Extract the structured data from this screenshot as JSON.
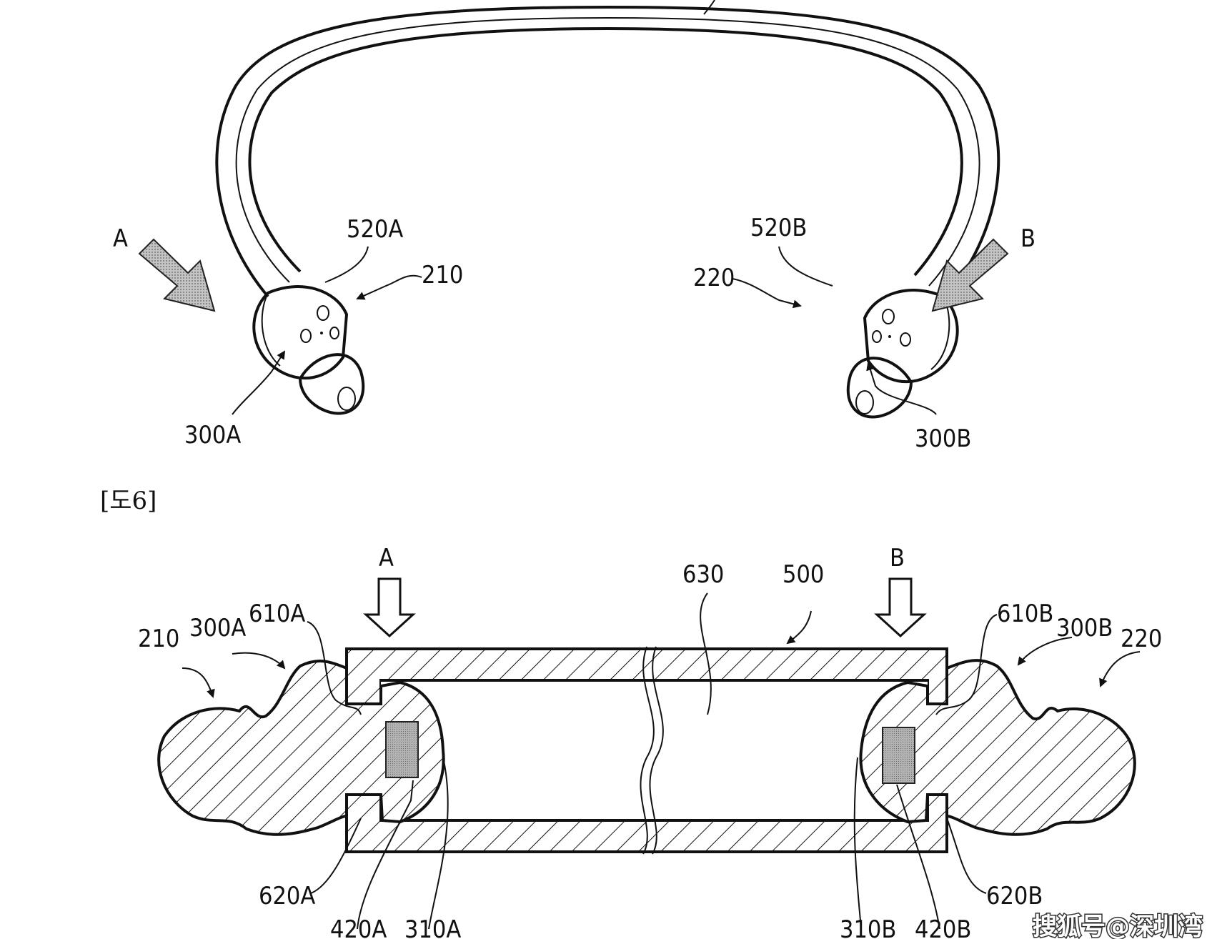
{
  "figure_caption": "[도6]",
  "top_view": {
    "labels": {
      "arrow_a": "A",
      "arrow_b": "B",
      "connector_left": "520A",
      "connector_right": "520B",
      "earbud_left": "210",
      "earbud_right": "220",
      "contact_left": "300A",
      "contact_right": "300B"
    }
  },
  "section_view": {
    "labels": {
      "arrow_a": "A",
      "arrow_b": "B",
      "cavity": "630",
      "band": "500",
      "earbud_left": "210",
      "earbud_right": "220",
      "contact_left": "300A",
      "contact_right": "300B",
      "groove_left": "610A",
      "groove_right": "610B",
      "rim_left": "620A",
      "rim_right": "620B",
      "magnet_left": "420A",
      "magnet_right": "420B",
      "sensor_left": "310A",
      "sensor_right": "310B"
    }
  },
  "watermark": "搜狐号@深圳湾",
  "colors": {
    "line": "#111111",
    "arrow_fill": "#bdbdbd",
    "magnet_fill": "#a8a8a8",
    "background": "#ffffff"
  }
}
